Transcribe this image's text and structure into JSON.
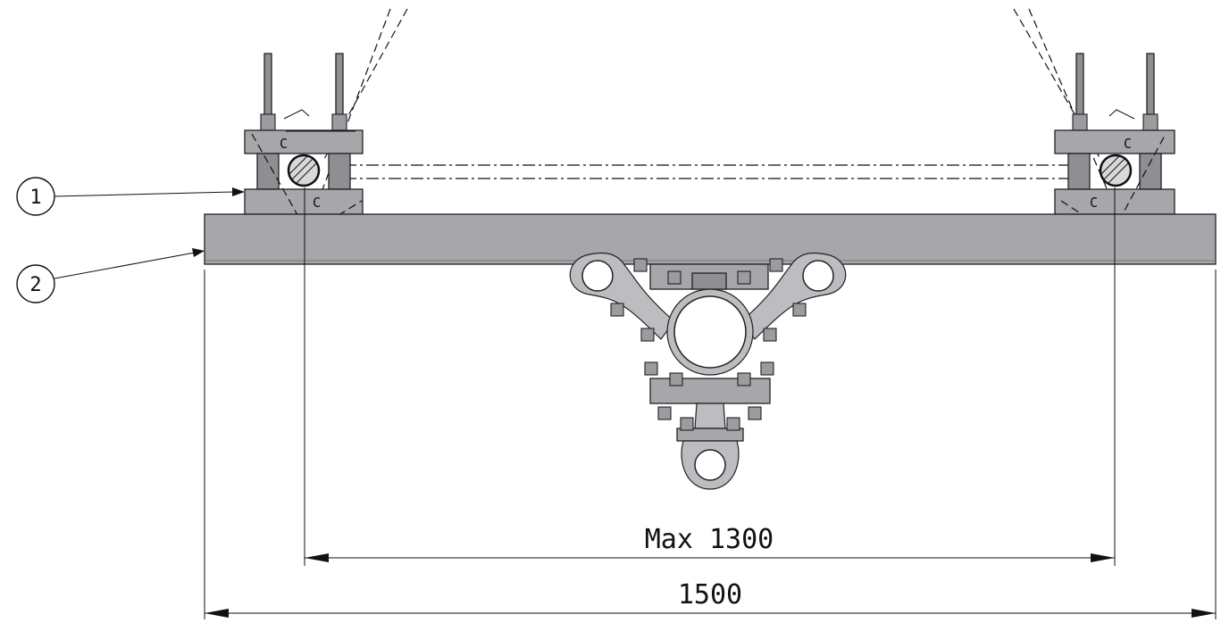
{
  "balloons": [
    {
      "label": "1"
    },
    {
      "label": "2"
    }
  ],
  "dimensions": {
    "inner": {
      "label": "Max 1300"
    },
    "outer": {
      "label": "1500"
    }
  },
  "section_marks": {
    "left_upper": "C",
    "left_lower": "C",
    "right_upper": "C",
    "right_lower": "C"
  },
  "colors": {
    "steel": "#a7a7ab",
    "outline": "#222222",
    "paper": "#ffffff"
  }
}
